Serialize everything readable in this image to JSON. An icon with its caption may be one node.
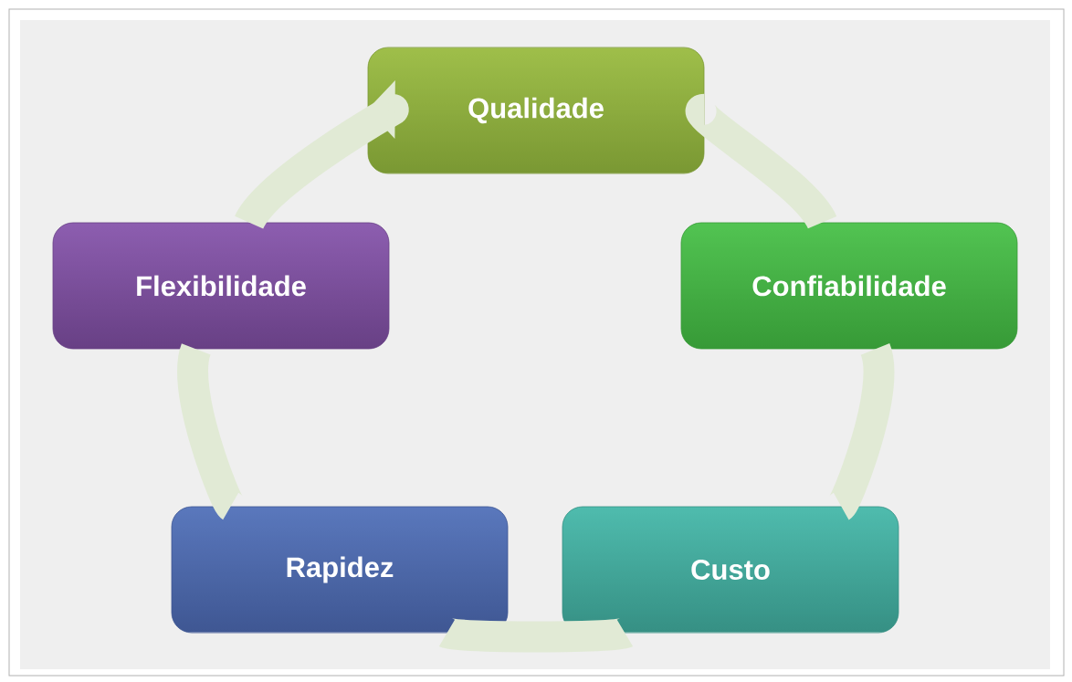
{
  "diagram": {
    "nodes": [
      {
        "text": [
          "Qualidade"
        ]
      },
      {
        "text": [
          "Confiabilidade"
        ]
      },
      {
        "text": [
          "Custo"
        ]
      },
      {
        "text": [
          "Rapidez"
        ]
      },
      {
        "text": [
          "Flexibilidade"
        ]
      }
    ],
    "edges": [
      {
        "from": 0,
        "to": 1,
        "arrow": "none"
      },
      {
        "from": 1,
        "to": 2,
        "arrow": "none"
      },
      {
        "from": 2,
        "to": 3,
        "arrow": "none"
      },
      {
        "from": 3,
        "to": 4,
        "arrow": "none"
      },
      {
        "from": 4,
        "to": 0,
        "arrow": "to"
      }
    ]
  }
}
